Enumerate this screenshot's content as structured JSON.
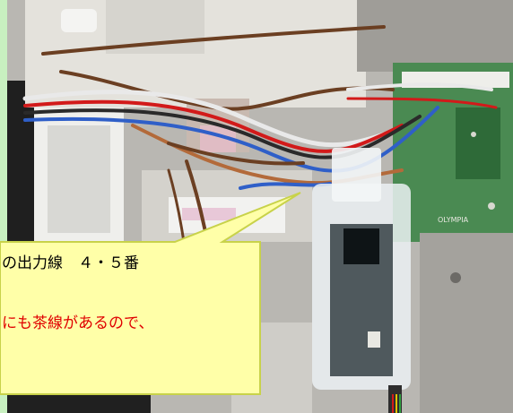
{
  "callout": {
    "line1": "の出力線　４・５番",
    "line2": "にも茶線があるので、"
  },
  "colors": {
    "frame_border": "#c8f0c0",
    "callout_fill": "#ffffa8",
    "callout_stroke": "#c8d24a",
    "callout_text": "#000000",
    "callout_highlight_text": "#e00000"
  },
  "board_silkscreen": "OLYMPIA"
}
